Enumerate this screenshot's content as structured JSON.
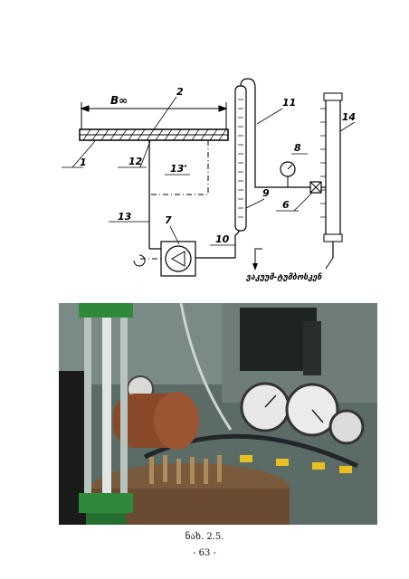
{
  "figure": {
    "caption": "ნახ. 2.5.",
    "page_number": "- 63 -"
  },
  "diagram": {
    "labels": {
      "width_label": "B∞",
      "n1": "1",
      "n2": "2",
      "n6": "6",
      "n7": "7",
      "n8": "8",
      "n9": "9",
      "n10": "10",
      "n11": "11",
      "n12": "12",
      "n13": "13",
      "n13p": "13'",
      "n14": "14"
    },
    "vacuum_pump_label": "ვაკუუმ-ტუმბოსკენ"
  }
}
